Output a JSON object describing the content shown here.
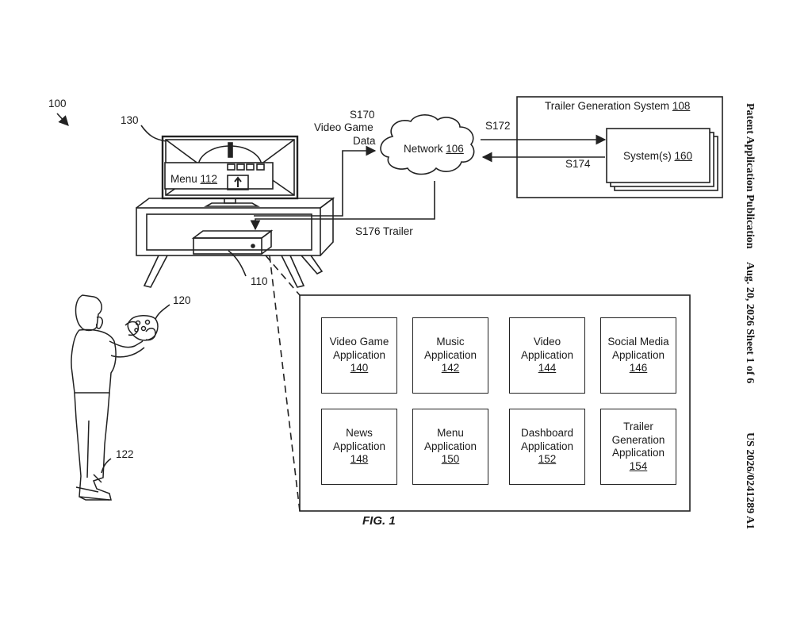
{
  "header": {
    "publication": "Patent Application Publication",
    "date_sheet": "Aug. 20, 2026  Sheet 1 of 6",
    "number": "US 2026/0241289 A1"
  },
  "figure_label": "FIG. 1",
  "refs": {
    "system_ref": "100",
    "display_ref": "130",
    "console_ref": "110",
    "controller_ref": "120",
    "user_ref": "122"
  },
  "menu": {
    "label": "Menu",
    "ref": "112"
  },
  "network": {
    "label": "Network",
    "ref": "106"
  },
  "signals": {
    "s170_code": "S170",
    "s170_line1": "Video Game",
    "s170_line2": "Data",
    "s172": "S172",
    "s174": "S174",
    "s176": "S176 Trailer"
  },
  "trailer_system": {
    "label": "Trailer Generation System",
    "ref": "108"
  },
  "systems": {
    "label": "System(s)",
    "ref": "160"
  },
  "applications": [
    {
      "lines": [
        "Video Game",
        "Application"
      ],
      "ref": "140"
    },
    {
      "lines": [
        "Music",
        "Application"
      ],
      "ref": "142"
    },
    {
      "lines": [
        "Video",
        "Application"
      ],
      "ref": "144"
    },
    {
      "lines": [
        "Social Media",
        "Application"
      ],
      "ref": "146"
    },
    {
      "lines": [
        "News",
        "Application"
      ],
      "ref": "148"
    },
    {
      "lines": [
        "Menu",
        "Application"
      ],
      "ref": "150"
    },
    {
      "lines": [
        "Dashboard",
        "Application"
      ],
      "ref": "152"
    },
    {
      "lines": [
        "Trailer",
        "Generation",
        "Application"
      ],
      "ref": "154"
    }
  ]
}
